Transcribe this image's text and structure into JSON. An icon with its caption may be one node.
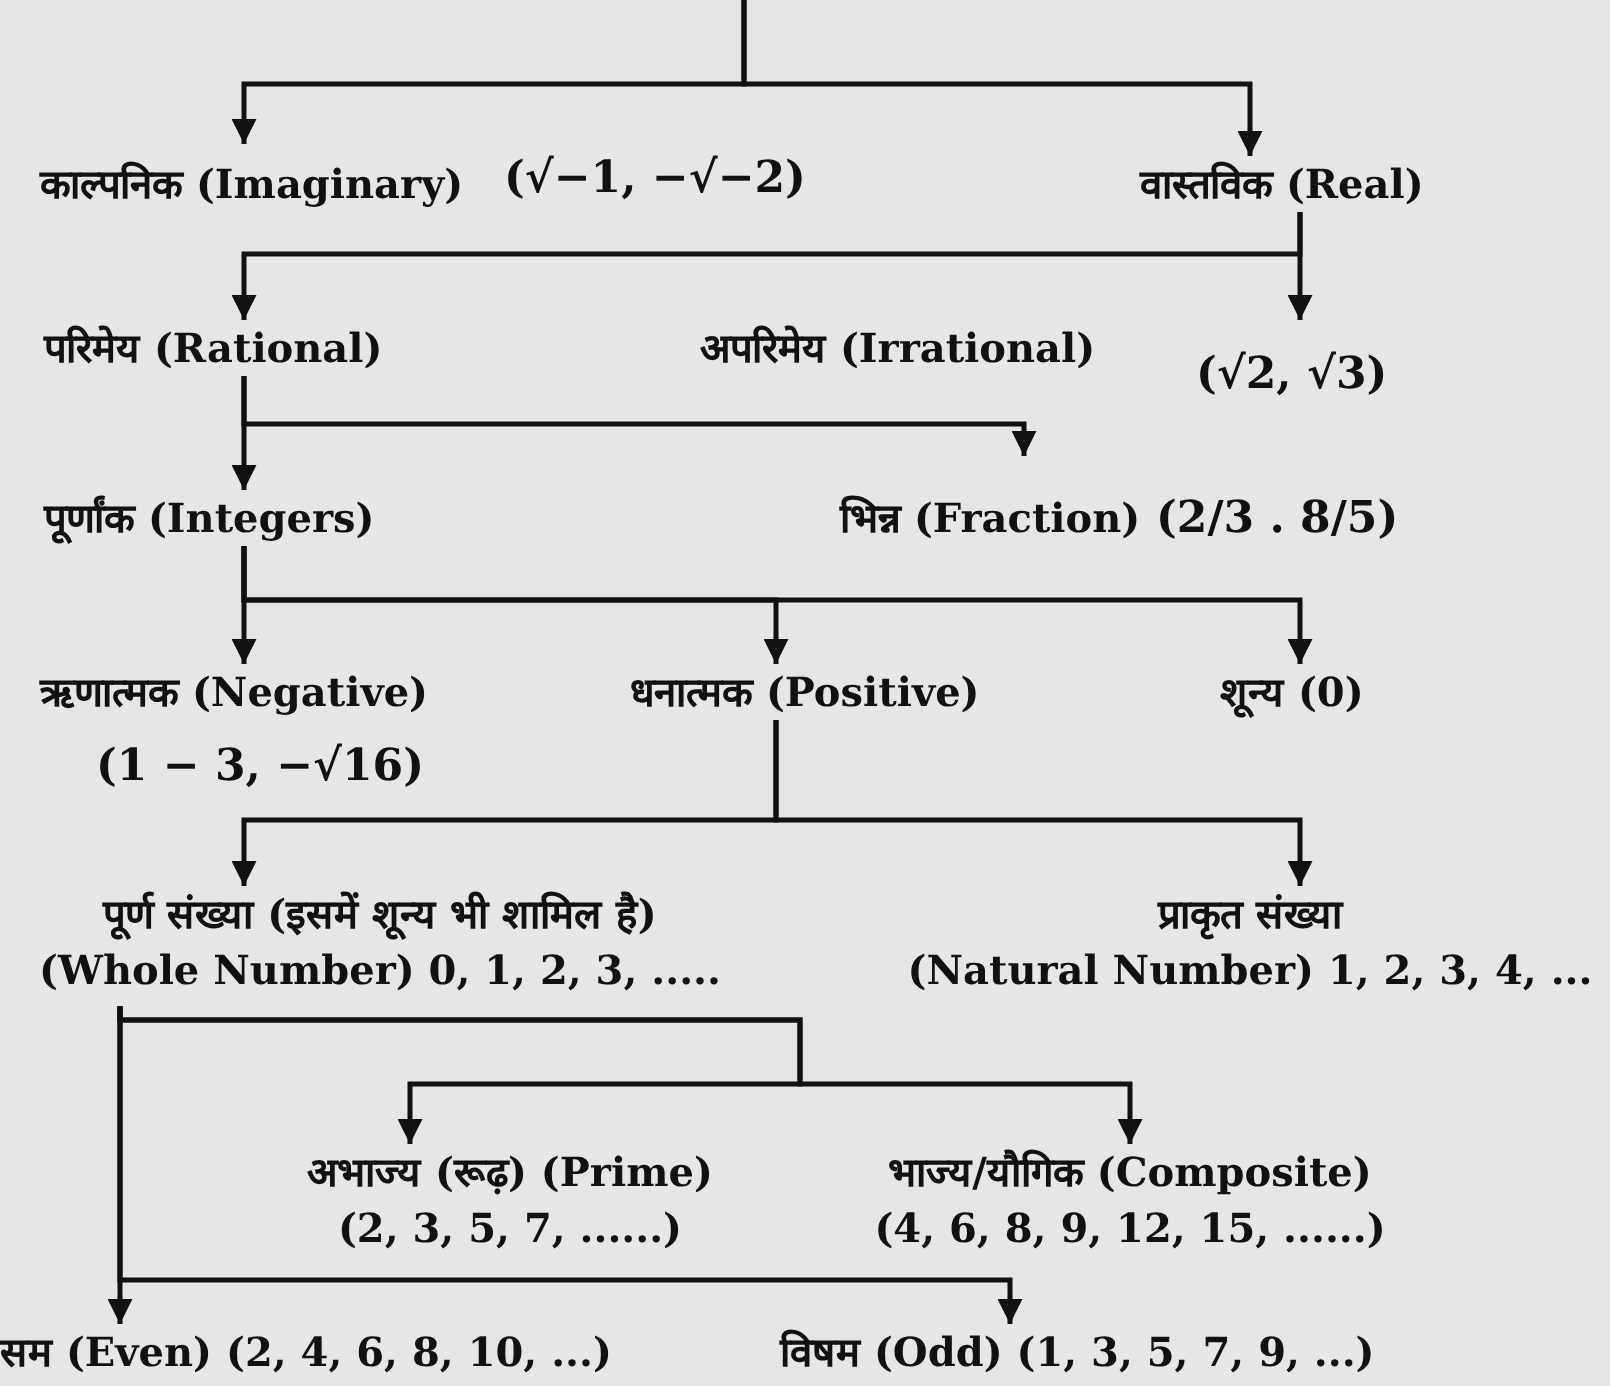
{
  "diagram": {
    "nodes": [
      {
        "text": [
          "काल्पनिक (Imaginary)"
        ],
        "beside": [
          "(√−1, −√−2)"
        ]
      },
      {
        "text": [
          "वास्तविक (Real)"
        ]
      },
      {
        "text": [
          "परिमेय (Rational)"
        ]
      },
      {
        "text": [
          "अपरिमेय (Irrational)"
        ],
        "beside": [
          "(√2, √3)"
        ]
      },
      {
        "text": [
          "पूर्णांक (Integers)"
        ]
      },
      {
        "text": [
          "भिन्न (Fraction)"
        ],
        "beside": [
          "(2/3 . 8/5)"
        ]
      },
      {
        "text": [
          "ऋणात्मक (Negative)"
        ],
        "beside": [
          "(1 − 3, −√16)"
        ]
      },
      {
        "text": [
          "धनात्मक (Positive)"
        ]
      },
      {
        "text": [
          "शून्य (0)"
        ]
      },
      {
        "text": [
          "पूर्ण संख्या (इसमें शून्य भी शामिल है)",
          "(Whole Number) 0, 1, 2, 3, ....."
        ]
      },
      {
        "text": [
          "प्राकृत संख्या",
          "(Natural Number) 1, 2, 3, 4, ..."
        ]
      },
      {
        "text": [
          "अभाज्य (रूढ़) (Prime)",
          "(2, 3, 5, 7, ......)"
        ]
      },
      {
        "text": [
          "भाज्य/यौगिक (Composite)",
          "(4, 6, 8, 9, 12, 15, ......)"
        ]
      },
      {
        "text": [
          "सम (Even) (2, 4, 6, 8, 10, ...)"
        ]
      },
      {
        "text": [
          "विषम (Odd) (1, 3, 5, 7, 9, ...)"
        ]
      }
    ],
    "edges": [
      {
        "from": null,
        "to": 0,
        "arrow": "to"
      },
      {
        "from": null,
        "to": 1,
        "arrow": "to"
      },
      {
        "from": 1,
        "to": 2,
        "arrow": "to"
      },
      {
        "from": 1,
        "to": 3,
        "arrow": "to"
      },
      {
        "from": 2,
        "to": 4,
        "arrow": "to"
      },
      {
        "from": 2,
        "to": 5,
        "arrow": "to"
      },
      {
        "from": 4,
        "to": 6,
        "arrow": "to"
      },
      {
        "from": 4,
        "to": 7,
        "arrow": "to"
      },
      {
        "from": 4,
        "to": 8,
        "arrow": "to"
      },
      {
        "from": 7,
        "to": 9,
        "arrow": "to"
      },
      {
        "from": 7,
        "to": 10,
        "arrow": "to"
      },
      {
        "from": 9,
        "to": 11,
        "arrow": "to"
      },
      {
        "from": 9,
        "to": 12,
        "arrow": "to"
      },
      {
        "from": 9,
        "to": 13,
        "arrow": "to"
      },
      {
        "from": 9,
        "to": 14,
        "arrow": "to"
      }
    ]
  }
}
